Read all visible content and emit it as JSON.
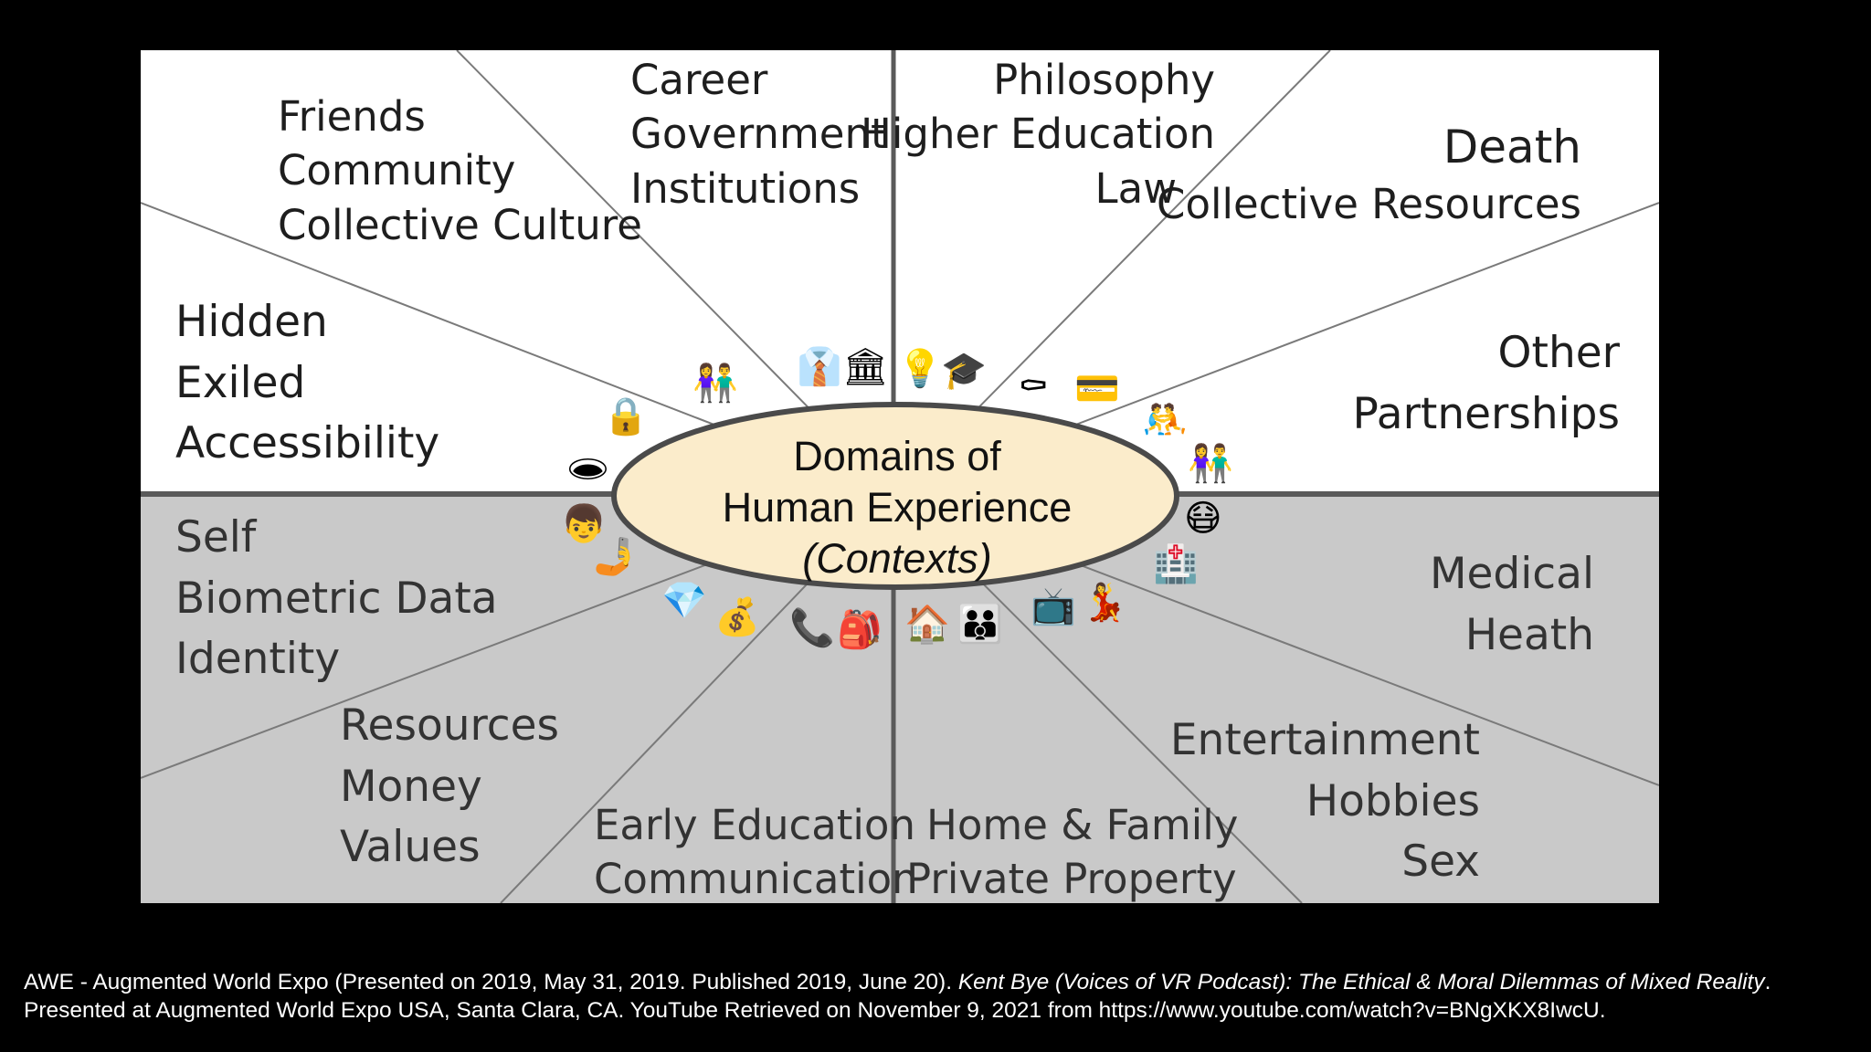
{
  "colors": {
    "background": "#000000",
    "upper_panel": "#ffffff",
    "lower_panel": "#c9c9c9",
    "divider": "#5a5a5a",
    "center_fill": "#fbeccb",
    "center_stroke": "#4a4a4a",
    "citation_text": "#ffffff"
  },
  "center": {
    "line1": "Domains of",
    "line2": "Human Experience",
    "line3": "(Contexts)"
  },
  "domains": {
    "friends": [
      "Friends",
      "Community",
      "Collective Culture"
    ],
    "career": [
      "Career",
      "Government",
      "Institutions"
    ],
    "philosophy": [
      "Philosophy",
      "Higher Education",
      "Law"
    ],
    "death": [
      "Death",
      "Collective Resources"
    ],
    "hidden": [
      "Hidden",
      "Exiled",
      "Accessibility"
    ],
    "other": [
      "Other",
      "Partnerships"
    ],
    "self": [
      "Self",
      "Biometric Data",
      "Identity"
    ],
    "medical": [
      "Medical",
      "Heath"
    ],
    "resources": [
      "Resources",
      "Money",
      "Values"
    ],
    "early": [
      "Early Education",
      "Communication"
    ],
    "home": [
      "Home & Family",
      "Private Property"
    ],
    "entertainment": [
      "Entertainment",
      "Hobbies",
      "Sex"
    ]
  },
  "icons": [
    {
      "name": "people-group-icon",
      "glyph": "👫"
    },
    {
      "name": "business-person-icon",
      "glyph": "👔"
    },
    {
      "name": "classical-building-icon",
      "glyph": "🏛"
    },
    {
      "name": "light-bulb-icon",
      "glyph": "💡"
    },
    {
      "name": "graduation-cap-icon",
      "glyph": "🎓"
    },
    {
      "name": "coffin-icon",
      "glyph": "⚰"
    },
    {
      "name": "credit-card-icon",
      "glyph": "💳"
    },
    {
      "name": "wrestlers-icon",
      "glyph": "🤼"
    },
    {
      "name": "couple-icon",
      "glyph": "👫"
    },
    {
      "name": "lock-icon",
      "glyph": "🔒"
    },
    {
      "name": "hole-icon",
      "glyph": "🕳"
    },
    {
      "name": "person-face-icon",
      "glyph": "👦"
    },
    {
      "name": "selfie-icon",
      "glyph": "🤳"
    },
    {
      "name": "gem-icon",
      "glyph": "💎"
    },
    {
      "name": "money-bag-icon",
      "glyph": "💰"
    },
    {
      "name": "telephone-icon",
      "glyph": "📞"
    },
    {
      "name": "backpack-icon",
      "glyph": "🎒"
    },
    {
      "name": "house-icon",
      "glyph": "🏠"
    },
    {
      "name": "family-icon",
      "glyph": "👪"
    },
    {
      "name": "television-icon",
      "glyph": "📺"
    },
    {
      "name": "dancer-icon",
      "glyph": "💃"
    },
    {
      "name": "mask-face-icon",
      "glyph": "😷"
    },
    {
      "name": "hospital-icon",
      "glyph": "🏥"
    }
  ],
  "citation": {
    "part1": "AWE - Augmented World Expo (Presented on 2019, May 31, 2019. Published 2019, June 20). ",
    "italic": "Kent Bye (Voices of VR Podcast): The Ethical & Moral Dilemmas of Mixed Reality",
    "part2": ". Presented at Augmented World Expo USA, Santa Clara, CA. YouTube Retrieved on November 9, 2021 from https://www.youtube.com/watch?v=BNgXKX8IwcU."
  }
}
